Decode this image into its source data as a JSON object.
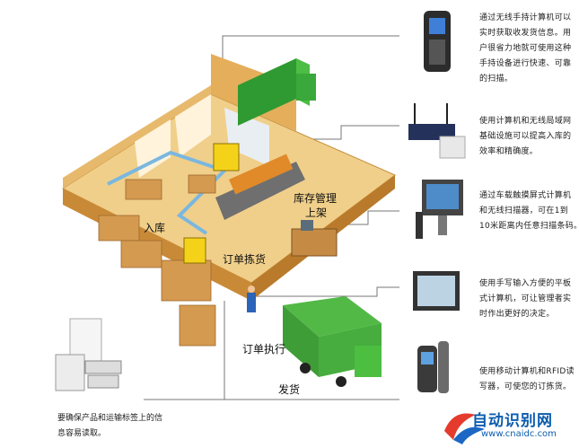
{
  "zones": {
    "inbound": "入库",
    "storage_line1": "库存管理",
    "storage_line2": "上架",
    "picking": "订单拣货",
    "order_exec": "订单执行",
    "shipping": "发货"
  },
  "devices": [
    {
      "icon": "handheld-computer-icon",
      "lines": [
        "通过无线手持计算机可以",
        "实时获取收发货信息。用",
        "户很省力地就可使用这种",
        "手持设备进行快速、可靠",
        "的扫描。"
      ]
    },
    {
      "icon": "wireless-router-icon",
      "lines": [
        "使用计算机和无线局域网",
        "基础设施可以提高入库的",
        "效率和精确度。"
      ]
    },
    {
      "icon": "vehicle-touchscreen-icon",
      "lines": [
        "通过车载触摸屏式计算机",
        "和无线扫描器，可在1到",
        "10米距离内任意扫描条码。"
      ]
    },
    {
      "icon": "tablet-computer-icon",
      "lines": [
        "使用手写输入方便的平板",
        "式计算机，可让管理者实",
        "时作出更好的决定。"
      ]
    },
    {
      "icon": "rfid-reader-icon",
      "lines": [
        "使用移动计算机和RFID读",
        "写器，可使您的订拣货。"
      ]
    }
  ],
  "labels_note": {
    "lines": [
      "要确保产品和运输标签上的信",
      "息容易读取。"
    ]
  },
  "logo": {
    "text": "自动识别网",
    "url": "www.cnaidc.com"
  },
  "colors": {
    "floor": "#e8b562",
    "wall": "#f2d49a",
    "truck_green": "#3fae3a",
    "connector": "#666666",
    "logo_blue": "#0b5cad"
  }
}
